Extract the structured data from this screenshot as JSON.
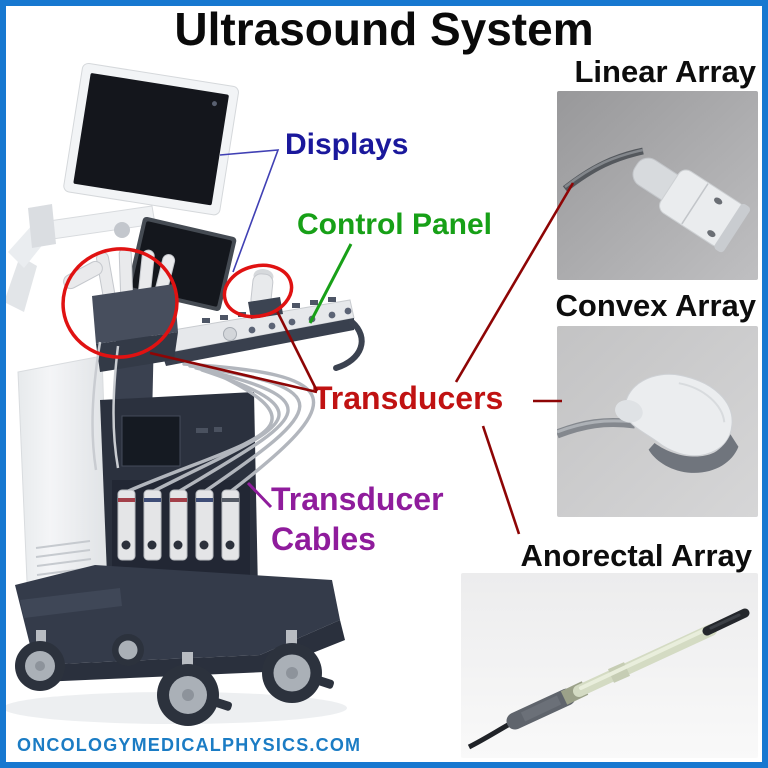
{
  "title": "Ultrasound System",
  "labels": {
    "displays": "Displays",
    "control_panel": "Control Panel",
    "transducers": "Transducers",
    "transducer_cables_line1": "Transducer",
    "transducer_cables_line2": "Cables"
  },
  "probes": [
    {
      "label": "Linear Array"
    },
    {
      "label": "Convex Array"
    },
    {
      "label": "Anorectal Array"
    }
  ],
  "watermark": "ONCOLOGYMEDICALPHYSICS.COM",
  "colors": {
    "frame_blue": "#1778d0",
    "title_black": "#0a0a0a",
    "displays_label": "#1a189c",
    "control_panel_label": "#17a017",
    "transducers_label": "#c01212",
    "transducer_cables_label": "#8f1c9c",
    "array_label_black": "#0d0d0d",
    "annotation_leader_red": "#8e0505",
    "annotation_circle_red": "#e01212",
    "annotation_leader_blue": "#4040b4",
    "annotation_leader_green": "#18a018",
    "annotation_leader_purple": "#8f1c9c",
    "watermark_blue": "#1b7cc4"
  }
}
